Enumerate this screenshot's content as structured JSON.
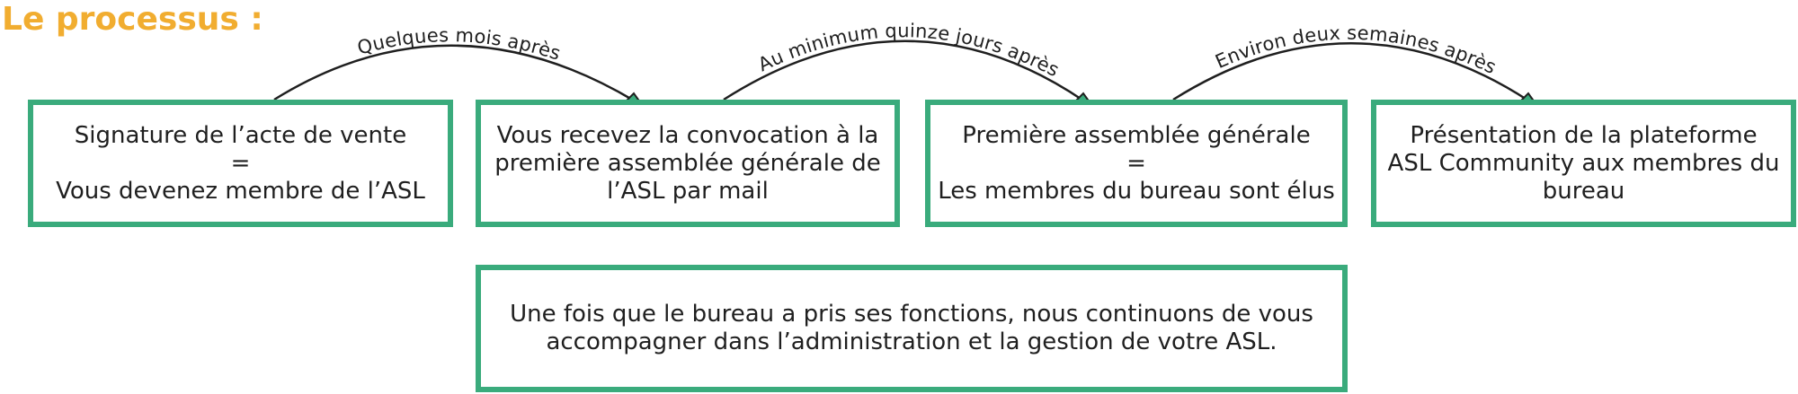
{
  "title": "Le processus :",
  "steps": [
    {
      "lines": [
        "Signature de l’acte de vente",
        "=",
        "Vous devenez membre de l’ASL"
      ]
    },
    {
      "lines": [
        "Vous recevez la convocation à la",
        "première assemblée générale de",
        "l’ASL par mail"
      ]
    },
    {
      "lines": [
        "Première assemblée générale",
        "=",
        "Les membres du bureau sont élus"
      ]
    },
    {
      "lines": [
        "Présentation de la plateforme",
        "ASL Community aux membres du",
        "bureau"
      ]
    }
  ],
  "transitions": [
    {
      "label": "Quelques mois après"
    },
    {
      "label": "Au minimum quinze jours après"
    },
    {
      "label": "Environ deux semaines après"
    }
  ],
  "final_note": {
    "lines": [
      "Une fois que le bureau a pris ses fonctions, nous continuons de vous",
      "accompagner dans l’administration et la gestion de votre ASL."
    ]
  },
  "colors": {
    "title": "#f1ad30",
    "box_border": "#3aab7c",
    "text": "#1f1f1f"
  }
}
